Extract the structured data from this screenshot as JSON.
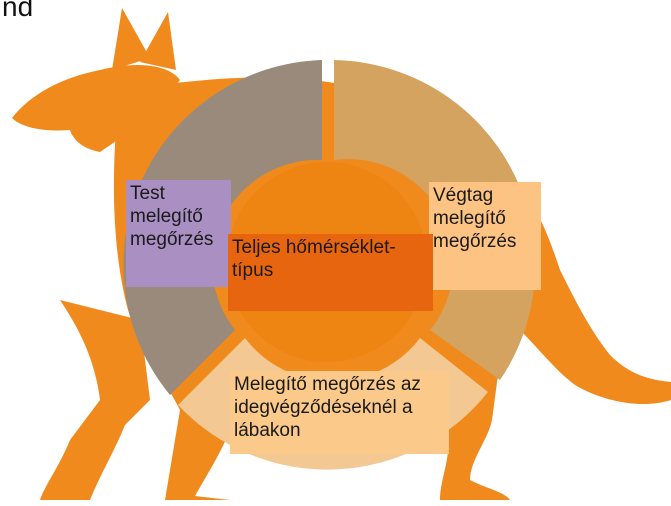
{
  "top_fragment": "nd",
  "labels": {
    "body_warmth": "Test melegítő megőrzés",
    "limb_warmth": "Végtag melegítő megőrzés",
    "full_type": "Teljes hőmérséklet-típus",
    "nerve_endings": "Melegítő megőrzés az idegvégződéseknél a lábakon"
  },
  "colors": {
    "dog": "#f08a1c",
    "segment_gray": "#9a8a7c",
    "segment_tan": "#d4a35f",
    "segment_bottom": "#f3c892",
    "center": "#ee8412",
    "box_purple": "#a98fc2",
    "box_peach": "#fcc382",
    "box_orange": "#e8650f",
    "box_light": "#fbc98a"
  }
}
